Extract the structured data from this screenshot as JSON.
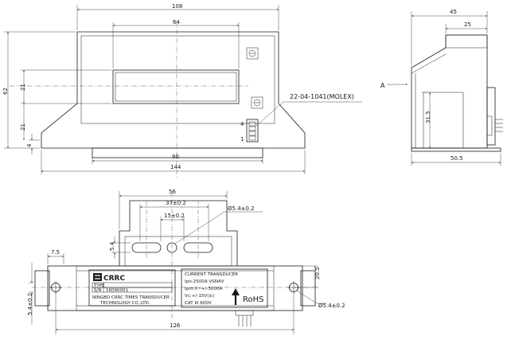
{
  "front_view": {
    "dims": {
      "total_width": "108",
      "window_width": "64",
      "height": "62",
      "window_height": "21",
      "lower_height": "21",
      "foot_height": "4",
      "base_width": "90",
      "total_base": "144"
    },
    "connector_callout": "22-04-1041(MOLEX)",
    "pin_top": "4",
    "pin_bottom": "1"
  },
  "side_view": {
    "dims": {
      "total_depth": "45",
      "top_depth": "25",
      "body_height": "31.5",
      "base_depth": "50.5"
    },
    "view_label": "A"
  },
  "bottom_view": {
    "dims": {
      "slot_span": "56",
      "slot_pitch": "37±0.2",
      "hole_spacing": "15±0.2",
      "slot_hole": "Ø5.4±0.2",
      "slot_depth": "5.4",
      "edge_offset": "7.5",
      "left_hole": "5.4±0.2",
      "mount_spacing": "126",
      "right_height": "20.5",
      "right_hole": "Ø5.4±0.2"
    },
    "label_plate": {
      "brand": "CRRC",
      "type_label": "TYPE",
      "sn_label": "S/N",
      "sn_value": "16090001",
      "company_line1": "NINGBO CRRC TIMES TRANSDUCER",
      "company_line2": "TECHNOLOGY CO.,LTD."
    },
    "spec_plate": {
      "title": "CURRENT TRANSDUCER",
      "line1": "Ipn:2500A   VSN4V",
      "line2": "Ipm:0~+/-3000A",
      "line3": "Vc:+/-15V(±)",
      "line4": "CAT III 600V",
      "rohs": "RoHS"
    }
  }
}
